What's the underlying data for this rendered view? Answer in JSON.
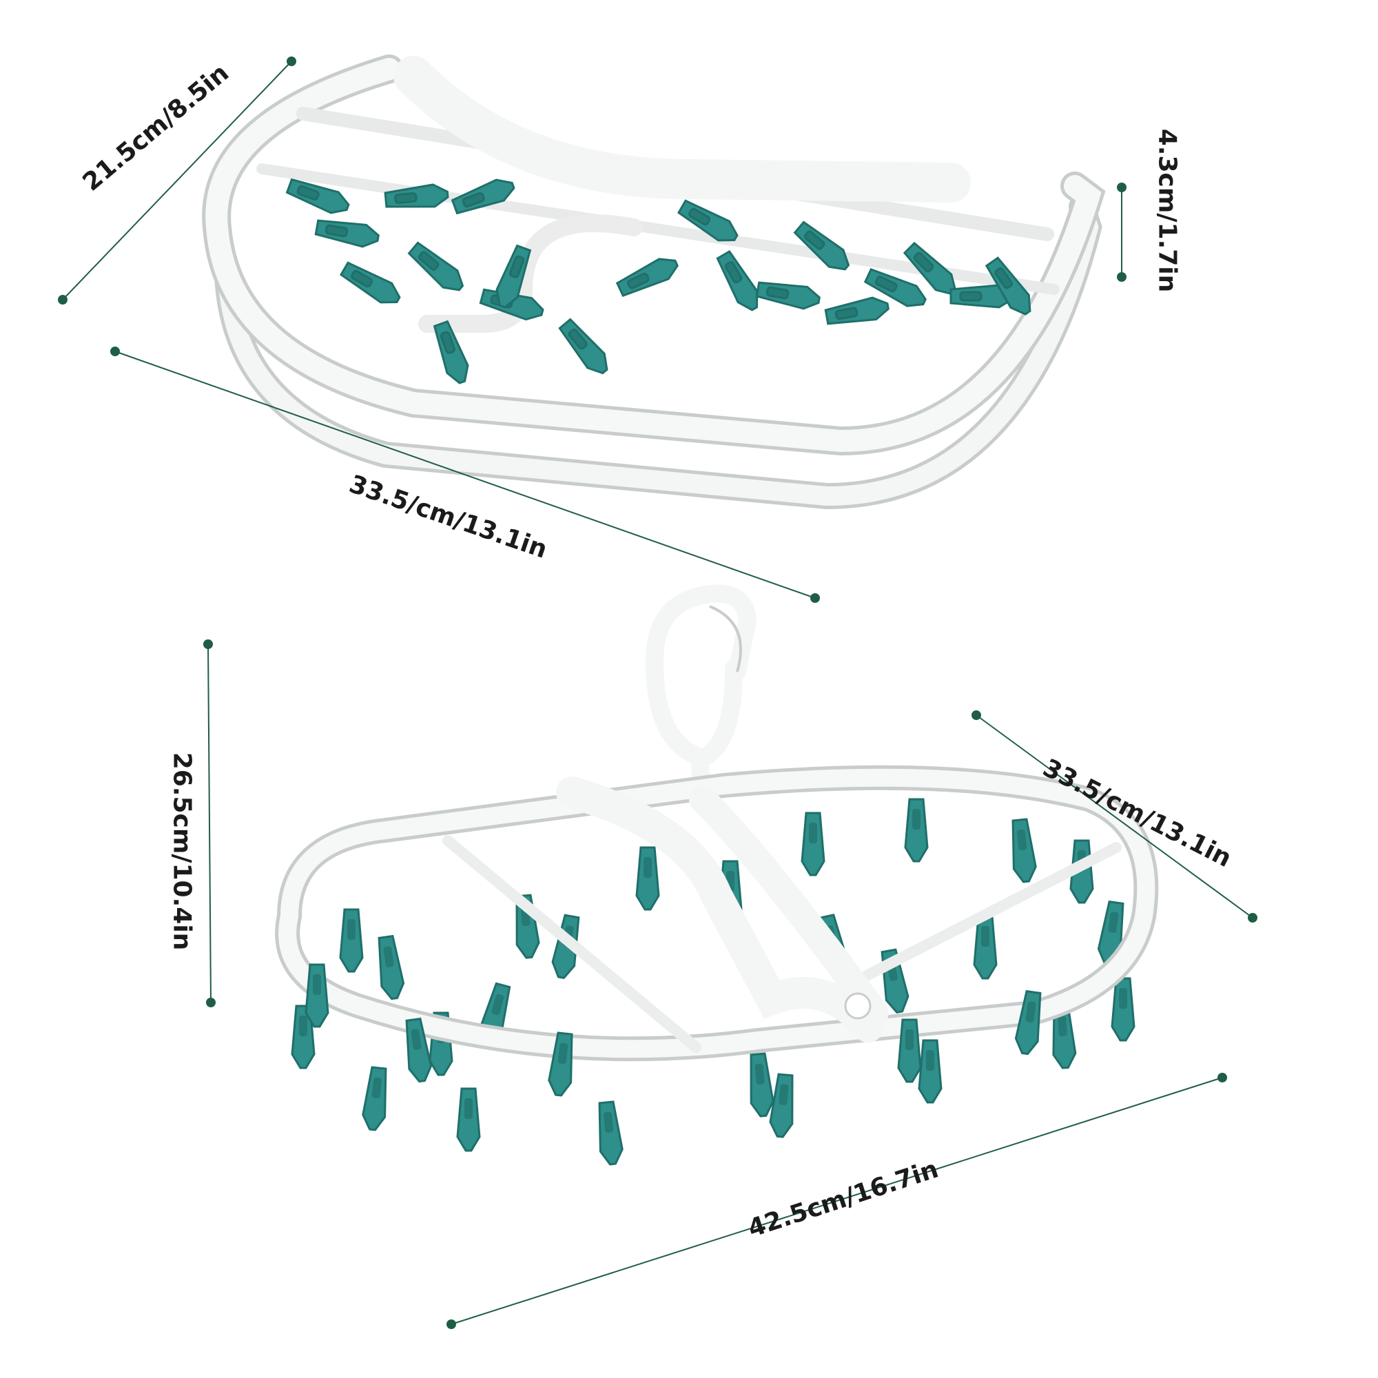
{
  "product": {
    "name": "oval clothes drying hanger with clips",
    "colors": {
      "clip": "#2f8f8a",
      "clip_dark": "#1f6f6a",
      "frame": "#f4f5f5",
      "frame_edge": "#c9cccc",
      "measure_line": "#1f5e45"
    }
  },
  "top_view": {
    "state": "folded",
    "depth_label": "21.5cm/8.5in",
    "width_label": "33.5/cm/13.1in",
    "height_label": "4.3cm/1.7in"
  },
  "bottom_view": {
    "state": "unfolded",
    "height_label": "26.5cm/10.4in",
    "depth_label": "33.5/cm/13.1in",
    "width_label": "42.5cm/16.7in"
  }
}
